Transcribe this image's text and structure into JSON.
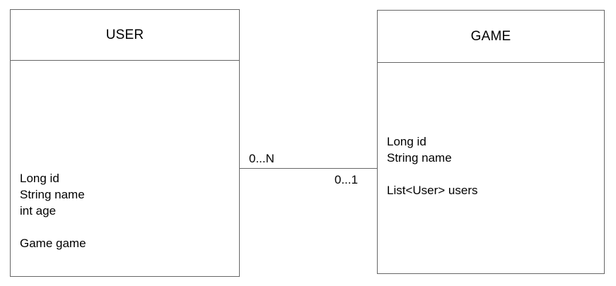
{
  "diagram": {
    "type": "class-diagram",
    "background_color": "#ffffff",
    "stroke_color": "#666666",
    "text_color": "#000000",
    "entities": [
      {
        "id": "user",
        "title": "USER",
        "attributes": [
          "Long id",
          "String name",
          "int age",
          "",
          "Game game"
        ]
      },
      {
        "id": "game",
        "title": "GAME",
        "attributes": [
          "Long id",
          "String name",
          "",
          "List<User> users"
        ]
      }
    ],
    "relationship": {
      "source_entity": "USER",
      "target_entity": "GAME",
      "source_cardinality": "0...N",
      "target_cardinality": "0...1",
      "line_style": "solid"
    }
  }
}
